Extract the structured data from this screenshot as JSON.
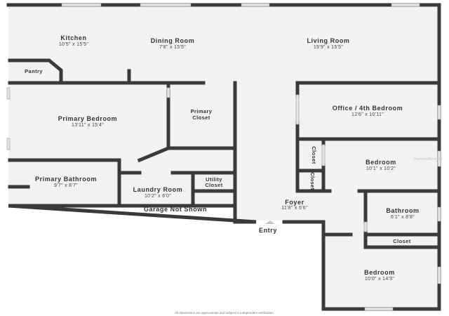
{
  "rooms": {
    "kitchen": {
      "name": "Kitchen",
      "dim": "10'5\" x 15'5\""
    },
    "dining": {
      "name": "Dining Room",
      "dim": "7'8\" x 15'5\""
    },
    "living": {
      "name": "Living Room",
      "dim": "19'9\" x 15'5\""
    },
    "pantry": {
      "name": "Pantry"
    },
    "primary_bedroom": {
      "name": "Primary Bedroom",
      "dim": "13'11\" x 15'4\""
    },
    "primary_closet": {
      "name_line1": "Primary",
      "name_line2": "Closet"
    },
    "office": {
      "name": "Office / 4th Bedroom",
      "dim": "12'6\" x 10'11\""
    },
    "closet_a": {
      "name": "Closet"
    },
    "closet_b": {
      "name": "Closet"
    },
    "bedroom_2": {
      "name": "Bedroom",
      "dim": "10'1\" x 10'2\""
    },
    "primary_bathroom": {
      "name": "Primary Bathroom",
      "dim": "9'7\" x 8'7\""
    },
    "laundry": {
      "name": "Laundry Room",
      "dim": "10'2\" x 6'0\""
    },
    "utility_closet": {
      "name_line1": "Utility",
      "name_line2": "Closet"
    },
    "foyer": {
      "name": "Foyer",
      "dim": "11'8\" x 5'6\""
    },
    "bathroom": {
      "name": "Bathroom",
      "dim": "6'1\" x 8'8\""
    },
    "closet_c": {
      "name": "Closet"
    },
    "bedroom_3": {
      "name": "Bedroom",
      "dim": "10'0\" x 14'3\""
    }
  },
  "labels": {
    "garage": "Garage Not Shown",
    "entry": "Entry",
    "footnote": "All dimensions are approximate and subject to independent verification.",
    "watermark": "DiamondBrokers"
  },
  "colors": {
    "wall": "#3a3a3a",
    "floor": "#f2f2f2",
    "window": "#e4e4e4"
  }
}
